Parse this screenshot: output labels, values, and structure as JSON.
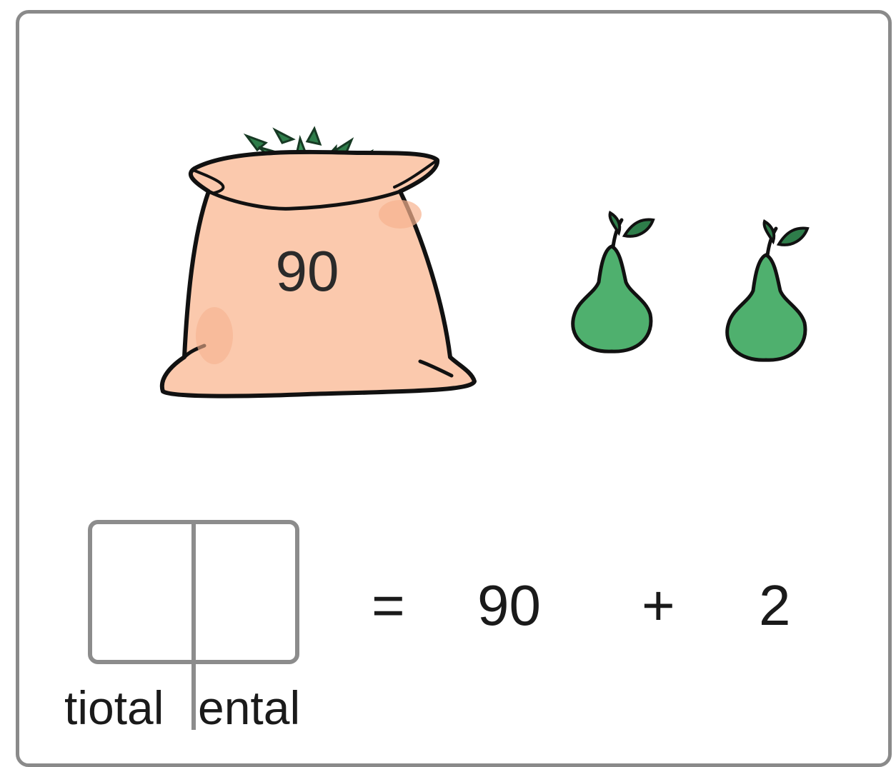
{
  "bag": {
    "number": "90"
  },
  "pears": {
    "count": 2
  },
  "equation": {
    "equals": "=",
    "tens_value": "90",
    "plus": "+",
    "ones_value": "2"
  },
  "place_value_box": {
    "tens_label": "tiotal",
    "ones_label": "ental"
  },
  "colors": {
    "bag_fill": "#fbc9ad",
    "bag_shade": "#f7b28f",
    "pear_green": "#4fb06e",
    "leaf_green": "#2e7d4a",
    "frame_gray": "#8c8c8c"
  },
  "icons": [
    "sack-icon",
    "pear-icon"
  ]
}
